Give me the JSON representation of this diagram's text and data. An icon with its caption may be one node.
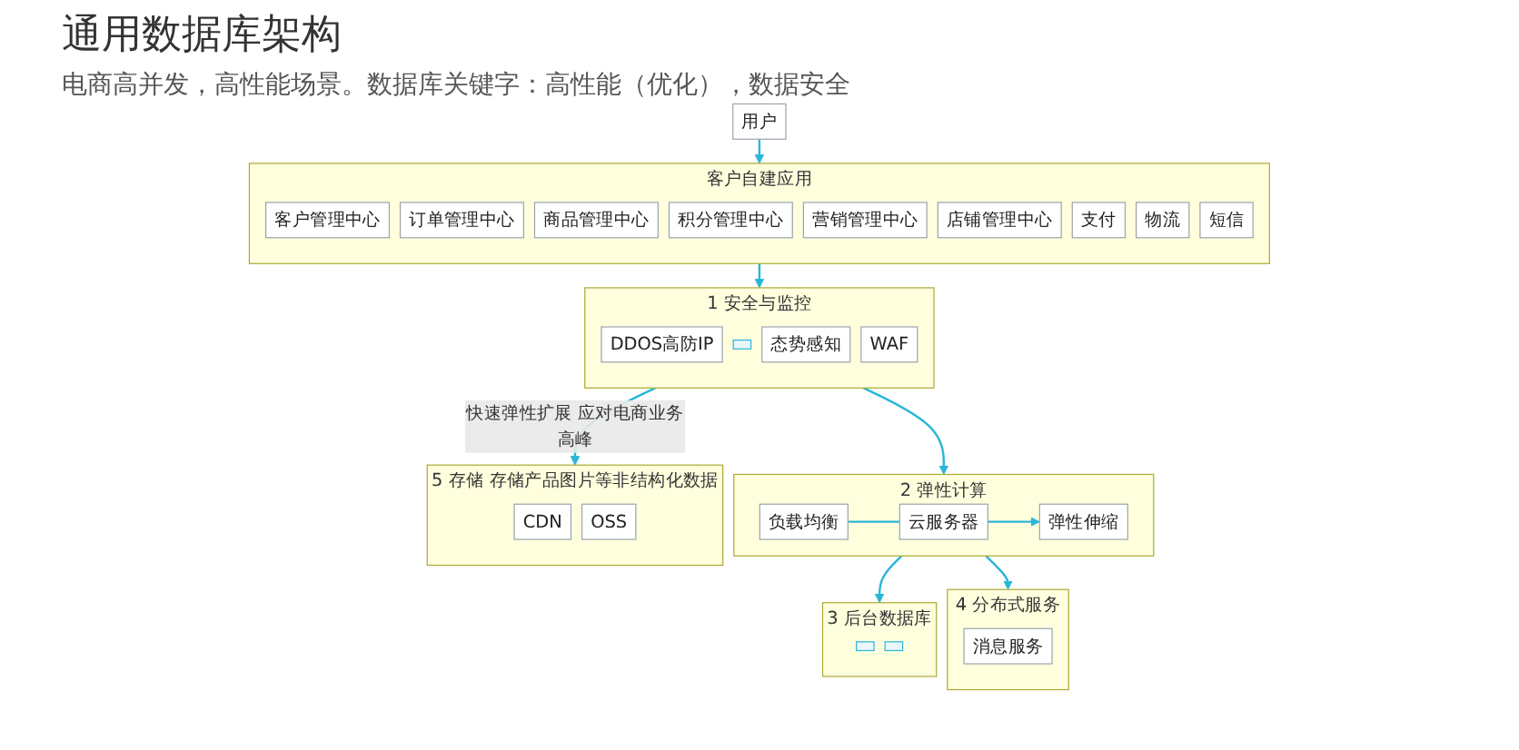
{
  "diagram": {
    "title": "通用数据库架构",
    "caption": "电商高并发，高性能场景。数据库关键字：高性能（优化），数据安全",
    "nodes": [
      {
        "text": [
          "安全与监控"
        ],
        "beside": [
          "1"
        ]
      },
      {
        "text": [
          "DDOS高防IP"
        ],
        "in": 0
      },
      {
        "text": [],
        "shape": "box",
        "in": 0
      },
      {
        "text": [
          "态势感知"
        ],
        "in": 0
      },
      {
        "text": [
          "WAF"
        ],
        "in": 0
      },
      {
        "text": [
          "弹性计算"
        ],
        "beside": [
          "2"
        ]
      },
      {
        "text": [
          "云服务器"
        ],
        "in": 5
      },
      {
        "text": [
          "负载均衡"
        ],
        "in": 5
      },
      {
        "text": [
          "弹性伸缩"
        ],
        "in": 5
      },
      {
        "text": [
          "后台数据库"
        ],
        "beside": [
          "3"
        ]
      },
      {
        "text": [],
        "shape": "box",
        "in": 9
      },
      {
        "text": [],
        "shape": "box",
        "in": 9
      },
      {
        "text": [
          "分布式服务"
        ],
        "beside": [
          "4"
        ]
      },
      {
        "text": [
          "消息服务"
        ],
        "in": 12
      },
      {
        "text": [
          "存储"
        ],
        "beside": [
          "5",
          "存储产品图片等非结构化数据"
        ]
      },
      {
        "text": [
          "CDN"
        ],
        "in": 14
      },
      {
        "text": [
          "OSS"
        ],
        "in": 14
      },
      {
        "text": [
          "客户自建应用"
        ]
      },
      {
        "text": [
          "客户管理中心"
        ],
        "in": 17
      },
      {
        "text": [
          "订单管理中心"
        ],
        "in": 17
      },
      {
        "text": [
          "商品管理中心"
        ],
        "in": 17
      },
      {
        "text": [
          "积分管理中心"
        ],
        "in": 17
      },
      {
        "text": [
          "营销管理中心"
        ],
        "in": 17
      },
      {
        "text": [
          "店铺管理中心"
        ],
        "in": 17
      },
      {
        "text": [
          "支付"
        ],
        "in": 17
      },
      {
        "text": [
          "物流"
        ],
        "in": 17
      },
      {
        "text": [
          "短信"
        ],
        "in": 17
      },
      {
        "text": [
          "用户"
        ]
      }
    ],
    "edges": [
      {
        "from": 27,
        "to": 17,
        "arrow": "to"
      },
      {
        "from": 17,
        "to": 0,
        "arrow": "to"
      },
      {
        "from": 0,
        "to": 5,
        "arrow": "to"
      },
      {
        "from": 5,
        "to": 9,
        "arrow": "to"
      },
      {
        "from": 5,
        "to": 12,
        "arrow": "to"
      },
      {
        "from": 0,
        "to": 14,
        "arrow": "to",
        "label": "快速弹性扩展 应对电商业务高峰"
      },
      {
        "from": 7,
        "to": 6,
        "arrow": "none"
      },
      {
        "from": 6,
        "to": 8,
        "arrow": "to"
      }
    ]
  }
}
